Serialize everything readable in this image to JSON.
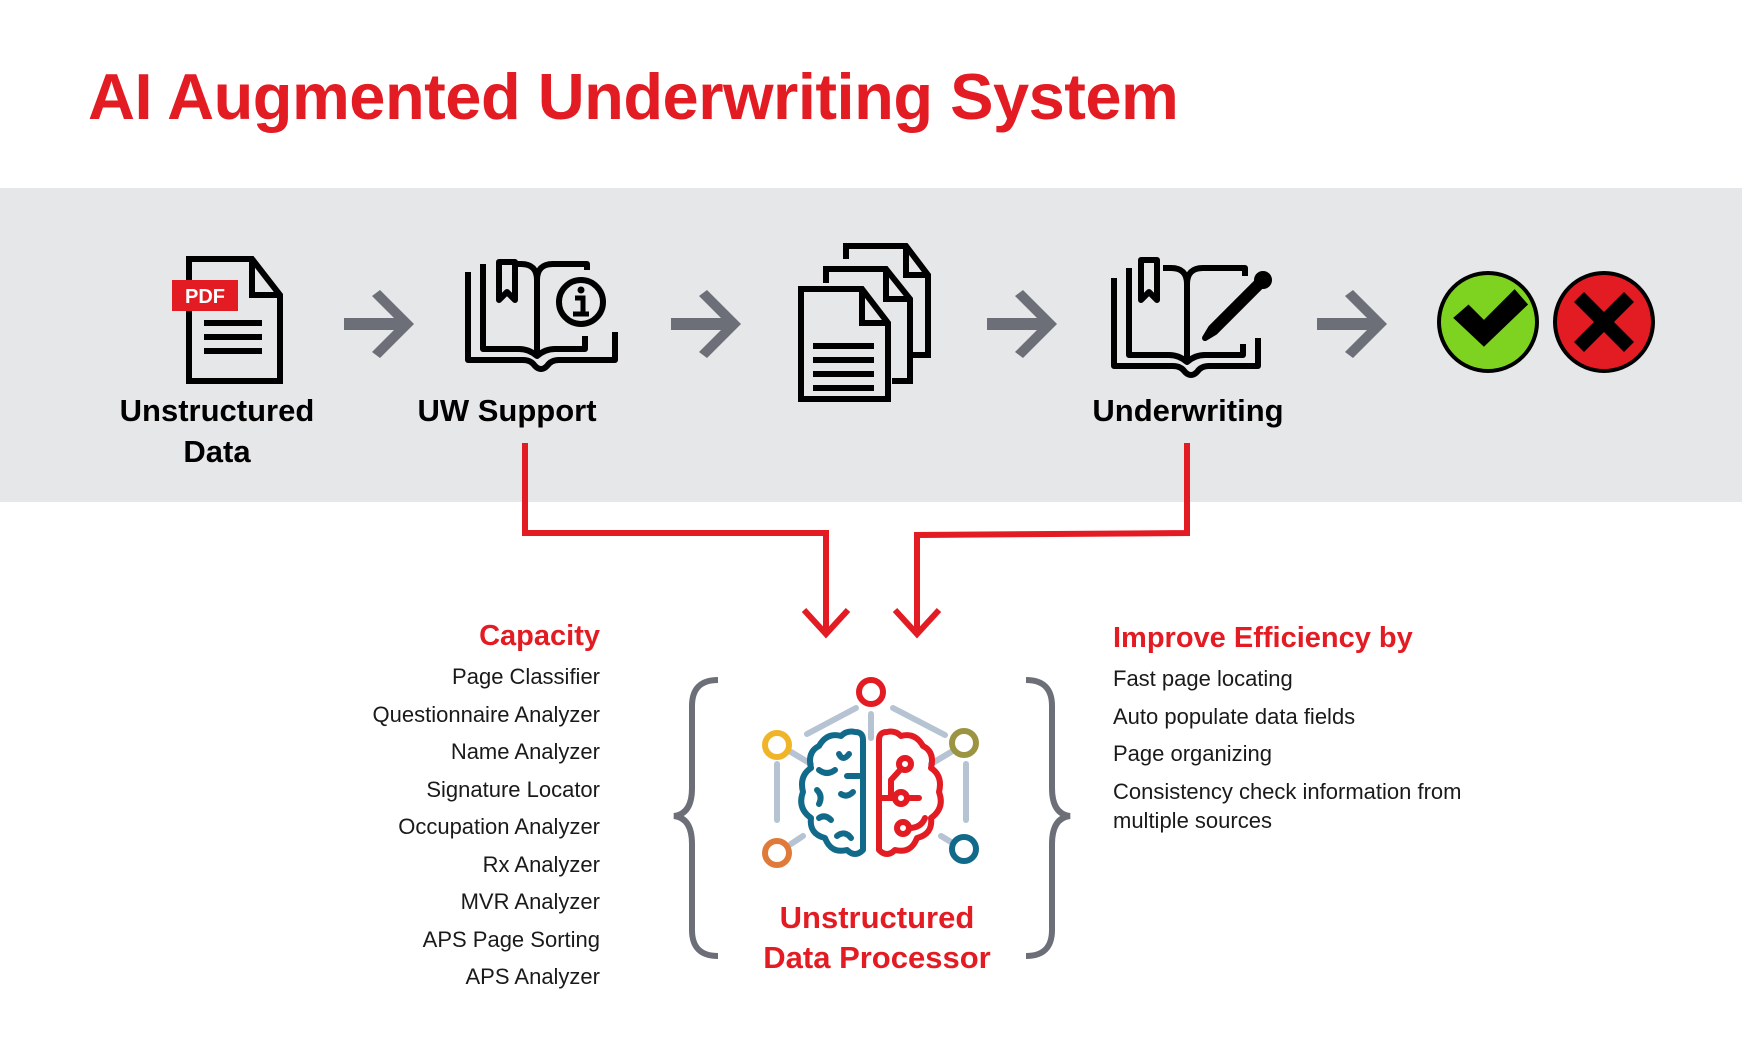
{
  "title": "AI Augmented Underwriting System",
  "colors": {
    "brand_red": "#e31b23",
    "band_gray": "#e6e7e8",
    "arrow_gray": "#6d6f78",
    "approve_green": "#7ed321",
    "reject_red": "#e31b23"
  },
  "flow": {
    "steps": [
      {
        "label_line1": "Unstructured",
        "label_line2": "Data",
        "icon": "pdf-document-icon",
        "badge": "PDF"
      },
      {
        "label": "UW Support",
        "icon": "book-info-icon"
      },
      {
        "label": "",
        "icon": "stacked-documents-icon"
      },
      {
        "label": "Underwriting",
        "icon": "book-pen-icon"
      }
    ],
    "outcomes": [
      {
        "icon": "approve-check-icon",
        "meaning": "approve"
      },
      {
        "icon": "reject-x-icon",
        "meaning": "reject"
      }
    ]
  },
  "capacity": {
    "title": "Capacity",
    "items": [
      "Page Classifier",
      "Questionnaire Analyzer",
      "Name Analyzer",
      "Signature Locator",
      "Occupation Analyzer",
      "Rx Analyzer",
      "MVR Analyzer",
      "APS Page Sorting",
      "APS Analyzer"
    ]
  },
  "processor": {
    "label_line1": "Unstructured",
    "label_line2": "Data Processor",
    "icon": "ai-brain-network-icon"
  },
  "efficiency": {
    "title": "Improve Efficiency by",
    "items": [
      "Fast page locating",
      "Auto populate data fields",
      "Page organizing",
      "Consistency check information from multiple sources"
    ]
  }
}
